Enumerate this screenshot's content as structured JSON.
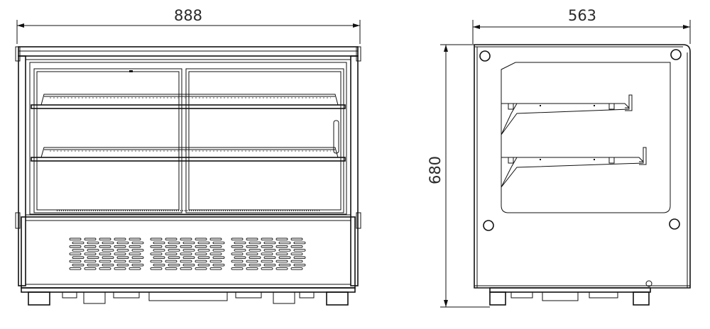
{
  "dimensions": {
    "front_width": "888",
    "side_depth": "563",
    "side_height": "680"
  },
  "views": [
    {
      "id": "front-view",
      "depicts": "display-cabinet-front"
    },
    {
      "id": "side-view",
      "depicts": "display-cabinet-side"
    }
  ],
  "colors": {
    "line": "#111111",
    "text": "#2a2a2a",
    "background": "#ffffff"
  }
}
